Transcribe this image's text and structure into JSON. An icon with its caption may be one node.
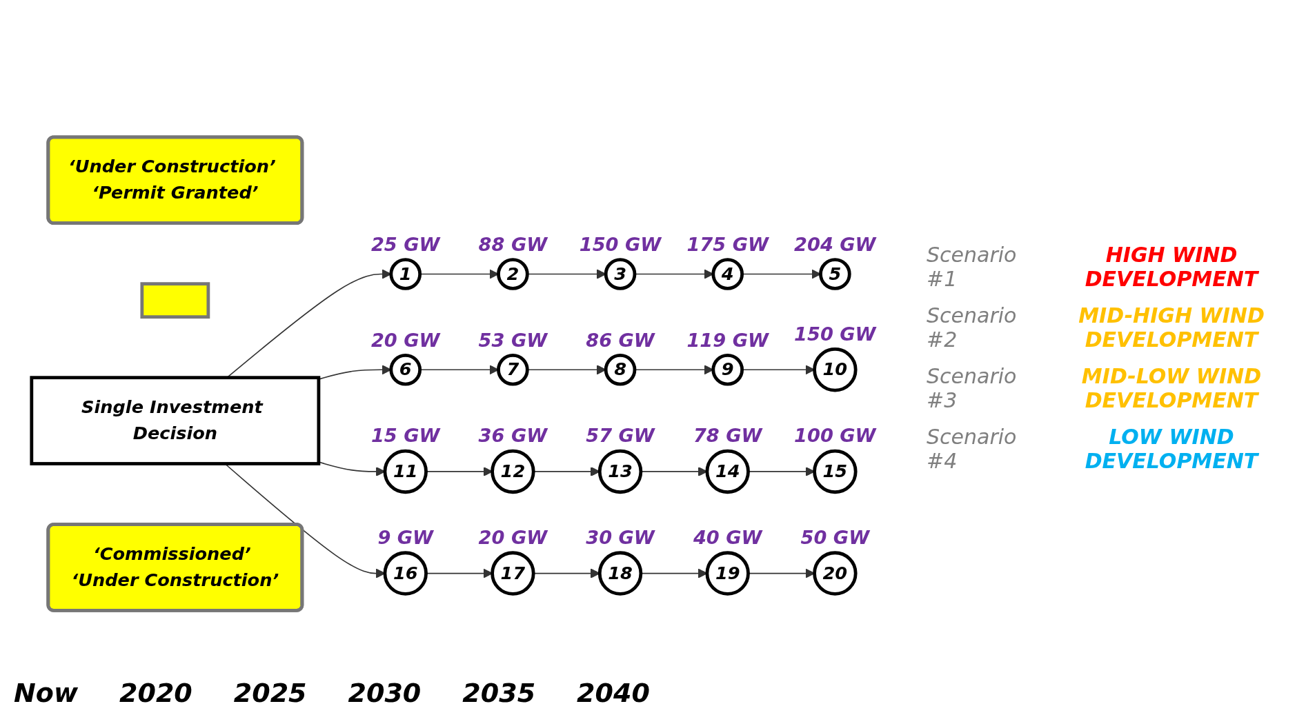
{
  "diagram": {
    "nodes": [
      {
        "text": [
          "‘Under Construction’ ‘Permit Granted’"
        ]
      },
      {
        "text": [],
        "shape": "box"
      },
      {
        "text": [
          "Single Investment Decision"
        ]
      },
      {
        "text": [
          "1"
        ],
        "beside": [
          "25 GW"
        ]
      },
      {
        "text": [
          "2"
        ],
        "beside": [
          "88 GW"
        ]
      },
      {
        "text": [
          "3"
        ],
        "beside": [
          "150 GW"
        ]
      },
      {
        "text": [
          "4"
        ],
        "beside": [
          "175 GW"
        ]
      },
      {
        "text": [
          "5"
        ],
        "beside": [
          "204 GW"
        ]
      },
      {
        "text": [
          "6"
        ],
        "beside": [
          "20 GW"
        ]
      },
      {
        "text": [
          "7"
        ],
        "beside": [
          "53 GW"
        ]
      },
      {
        "text": [
          "8"
        ],
        "beside": [
          "86 GW"
        ]
      },
      {
        "text": [
          "9"
        ],
        "beside": [
          "119 GW"
        ]
      },
      {
        "text": [
          "10"
        ],
        "beside": [
          "150 GW"
        ]
      },
      {
        "text": [
          "11"
        ],
        "beside": [
          "15 GW"
        ]
      },
      {
        "text": [
          "12"
        ],
        "beside": [
          "36 GW"
        ]
      },
      {
        "text": [
          "13"
        ],
        "beside": [
          "57 GW"
        ]
      },
      {
        "text": [
          "14"
        ],
        "beside": [
          "78 GW"
        ]
      },
      {
        "text": [
          "15"
        ],
        "beside": [
          "100 GW"
        ]
      },
      {
        "text": [
          "16"
        ],
        "beside": [
          "9 GW"
        ]
      },
      {
        "text": [
          "17"
        ],
        "beside": [
          "20 GW"
        ]
      },
      {
        "text": [
          "18"
        ],
        "beside": [
          "30 GW"
        ]
      },
      {
        "text": [
          "19"
        ],
        "beside": [
          "40 GW"
        ]
      },
      {
        "text": [
          "20"
        ],
        "beside": [
          "50 GW"
        ]
      },
      {
        "text": [
          "‘Commissioned’ ‘Under Construction’"
        ]
      }
    ],
    "edges": [
      {
        "from": 2,
        "to": 3,
        "arrow": "to"
      },
      {
        "from": 2,
        "to": 8,
        "arrow": "to"
      },
      {
        "from": 2,
        "to": 13,
        "arrow": "to"
      },
      {
        "from": 2,
        "to": 18,
        "arrow": "to"
      },
      {
        "from": 3,
        "to": 4,
        "arrow": "to"
      },
      {
        "from": 4,
        "to": 5,
        "arrow": "to"
      },
      {
        "from": 5,
        "to": 6,
        "arrow": "to"
      },
      {
        "from": 6,
        "to": 7,
        "arrow": "to"
      },
      {
        "from": 8,
        "to": 9,
        "arrow": "to"
      },
      {
        "from": 9,
        "to": 10,
        "arrow": "to"
      },
      {
        "from": 10,
        "to": 11,
        "arrow": "to"
      },
      {
        "from": 11,
        "to": 12,
        "arrow": "to"
      },
      {
        "from": 13,
        "to": 14,
        "arrow": "to"
      },
      {
        "from": 14,
        "to": 15,
        "arrow": "to"
      },
      {
        "from": 15,
        "to": 16,
        "arrow": "to"
      },
      {
        "from": 16,
        "to": 17,
        "arrow": "to"
      },
      {
        "from": 18,
        "to": 19,
        "arrow": "to"
      },
      {
        "from": 19,
        "to": 20,
        "arrow": "to"
      },
      {
        "from": 20,
        "to": 21,
        "arrow": "to"
      },
      {
        "from": 21,
        "to": 22,
        "arrow": "to"
      }
    ],
    "labels": [
      "Scenario #1",
      "HIGH WIND DEVELOPMENT",
      "Scenario #2",
      "MID-HIGH WIND DEVELOPMENT",
      "Scenario #3",
      "MID-LOW WIND DEVELOPMENT",
      "Scenario #4",
      "LOW WIND DEVELOPMENT",
      "Now",
      "2020",
      "2025",
      "2030",
      "2035",
      "2040"
    ]
  }
}
